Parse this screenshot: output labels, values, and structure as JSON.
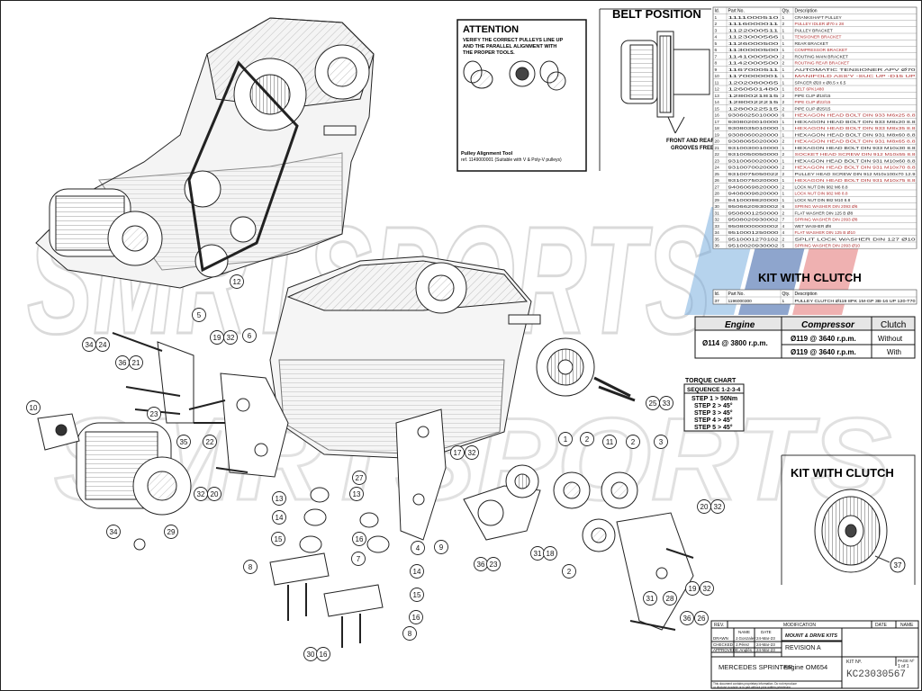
{
  "watermark": "SMRTSPORTS",
  "attention": {
    "title": "ATTENTION",
    "line1": "VERIFY THE CORRECT PULLEYS LINE UP",
    "line2": "AND THE PARALLEL ALIGNMENT WITH",
    "line3": "THE PROPER TOOLS.",
    "tool_line1": "Pulley Alignment Tool",
    "tool_line2": "ref. 1149000001 (Suitable with V & Poly-V pulleys)"
  },
  "belt_position": {
    "title": "BELT POSITION",
    "note_line1": "FRONT AND REAR",
    "note_line2": "GROOVES FREE"
  },
  "parts_table": {
    "headers": [
      "Id.",
      "Part No.",
      "Qty.",
      "Description"
    ],
    "rows": [
      [
        "1",
        "1111000510",
        "1",
        "CRANKSHAFT PULLEY"
      ],
      [
        "2",
        "1116000011",
        "2",
        "PULLEY IDLER Ø70 x 28"
      ],
      [
        "3",
        "1122000511",
        "1",
        "PULLEY BRACKET"
      ],
      [
        "4",
        "1123000566",
        "1",
        "TENSIONER BRACKET"
      ],
      [
        "5",
        "1126000500",
        "1",
        "REAR BRACKET"
      ],
      [
        "6",
        "1130000500",
        "1",
        "COMPRESSOR BRACKET"
      ],
      [
        "7",
        "1141000500",
        "2",
        "ROUTING MAIN BRACKET"
      ],
      [
        "8",
        "1142000500",
        "2",
        "ROUTING REAR BRACKET"
      ],
      [
        "9",
        "1167000511",
        "1",
        "AUTOMATIC TENSIONER APV Ø70"
      ],
      [
        "10",
        "1170000001",
        "1",
        "MANIFOLD ASS'Y -SUC UP -D15 UP"
      ],
      [
        "11",
        "1202080065",
        "1",
        "SPACER Ø20 x Ø8.5 x 6.5"
      ],
      [
        "12",
        "1260601480",
        "1",
        "BELT 6PK1480"
      ],
      [
        "13",
        "1280021815",
        "2",
        "PIPE CLIP Ø18/15"
      ],
      [
        "14",
        "1280022215",
        "2",
        "PIPE CLIP Ø22/15"
      ],
      [
        "15",
        "1280022515",
        "2",
        "PIPE CLIP Ø25/15"
      ],
      [
        "16",
        "9306025010000",
        "6",
        "HEXAGON HEAD BOLT DIN 933 M6x25 8.8"
      ],
      [
        "17",
        "9308020010000",
        "1",
        "HEXAGON HEAD BOLT DIN 933 M8x20 8.8"
      ],
      [
        "18",
        "9308035010000",
        "1",
        "HEXAGON HEAD BOLT DIN 933 M8x35 8.8"
      ],
      [
        "19",
        "9308060020000",
        "1",
        "HEXAGON HEAD BOLT DIN 931 M8x60 8.8"
      ],
      [
        "20",
        "9308065020000",
        "2",
        "HEXAGON HEAD BOLT DIN 931 M8x65 8.8"
      ],
      [
        "21",
        "9310030010000",
        "1",
        "HEXAGON HEAD BOLT DIN 933 M10x30 8.8"
      ],
      [
        "22",
        "9310050050000",
        "2",
        "SOCKET HEAD SCREW DIN 912 M10x55 8.8"
      ],
      [
        "23",
        "9310060020000",
        "1",
        "HEXAGON HEAD BOLT DIN 931 M10x60 8.8"
      ],
      [
        "24",
        "9310070020000",
        "2",
        "HEXAGON HEAD BOLT DIN 931 M10x70 8.8"
      ],
      [
        "25",
        "9310075050022",
        "2",
        "PULLEY HEAD SCREW DIN 912 M10x100x70 12.9"
      ],
      [
        "26",
        "9310075020000",
        "1",
        "HEXAGON HEAD BOLT DIN 931 M10x75 8.8"
      ],
      [
        "27",
        "9406069820000",
        "2",
        "LOCK NUT DIN 982 M6 8.8"
      ],
      [
        "28",
        "9408009820000",
        "1",
        "LOCK NUT DIN 982 M8 8.8"
      ],
      [
        "29",
        "9410009820000",
        "1",
        "LOCK NUT DIN 982 M10 8.8"
      ],
      [
        "30",
        "9506620930002",
        "6",
        "SPRING WASHER DIN 2093 Ø6"
      ],
      [
        "31",
        "9508001250000",
        "2",
        "FLAT WASHER DIN 125 B Ø8"
      ],
      [
        "32",
        "9508020930002",
        "7",
        "SPRING WASHER DIN 2093 Ø8"
      ],
      [
        "33",
        "9508000000002",
        "4",
        "WET WASHER Ø8"
      ],
      [
        "34",
        "9510001250000",
        "4",
        "FLAT WASHER DIN 125 B Ø10"
      ],
      [
        "35",
        "9510001270102",
        "2",
        "SPLIT LOCK WASHER DIN 127 Ø10"
      ],
      [
        "36",
        "9510020930002",
        "5",
        "SPRING WASHER DIN 2093 Ø10"
      ]
    ]
  },
  "kit_with_clutch_table": {
    "title": "KIT WITH CLUTCH",
    "headers": [
      "Id.",
      "Part No.",
      "Qty.",
      "Description"
    ],
    "rows": [
      [
        "37",
        "1196000300",
        "1",
        "PULLEY CLUTCH Ø119 8PK 1M-GP 3B-16 UP 120-T70"
      ]
    ]
  },
  "pulley_table": {
    "headers": [
      "Engine",
      "Compressor",
      "Clutch"
    ],
    "engine": "Ø114 @ 3800 r.p.m.",
    "rows": [
      [
        "Ø119 @ 3640 r.p.m.",
        "Without"
      ],
      [
        "Ø119 @ 3640 r.p.m.",
        "With"
      ]
    ]
  },
  "torque_chart": {
    "title": "TORQUE CHART",
    "sequence": "SEQUENCE 1-2-3-4",
    "steps": [
      "STEP 1 > 50Nm",
      "STEP 2 > 45°",
      "STEP 3 > 45°",
      "STEP 4 > 45°",
      "STEP 5 > 45°"
    ]
  },
  "kit_with_clutch_box": {
    "title": "KIT WITH CLUTCH",
    "callout": "37"
  },
  "callouts": {
    "c1": "1",
    "c2a": "2",
    "c2b": "2",
    "c2c": "2",
    "c3": "3",
    "c4": "4",
    "c5": "5",
    "c6": "6",
    "c7": "7",
    "c7b": "7",
    "c8": "8",
    "c8b": "8",
    "c9": "9",
    "c10": "10",
    "c11": "11",
    "c12": "12",
    "c13a": "13",
    "c13b": "13",
    "c14a": "14",
    "c14b": "14",
    "c15a": "15",
    "c15b": "15",
    "c16a": "16",
    "c16b": "16",
    "c16c": "16",
    "c16d": "16",
    "c17": "17",
    "c18": "18",
    "c19a": "19",
    "c19b": "19",
    "c20a": "20",
    "c20b": "20",
    "c21": "21",
    "c22": "22",
    "c23": "23",
    "c24": "24",
    "c25": "25",
    "c26": "26",
    "c27": "27",
    "c28": "28",
    "c29": "29",
    "c30": "30",
    "c31a": "31",
    "c31b": "31",
    "c32a": "32",
    "c32b": "32",
    "c32c": "32",
    "c32d": "32",
    "c32e": "32",
    "c33": "33",
    "c34a": "34",
    "c34b": "34",
    "c35": "35",
    "c36a": "36",
    "c36b": "36",
    "c36c": "36",
    "c16e": "16",
    "c30b": "30"
  },
  "title_block": {
    "rev_label": "REV.",
    "modification_label": "MODIFICATION",
    "date_label": "DATE",
    "name_label": "NAME",
    "kit_type": "MOUNT & DRIVE KITS",
    "name_hdr": "NAME",
    "date_hdr": "DATE",
    "rows": [
      [
        "DRAWN",
        "J.Gonzalez",
        "24-Mar-23"
      ],
      [
        "CHECKED",
        "J.Pérez",
        "24-Mar-23"
      ],
      [
        "APPROVED",
        "E.Anglés",
        "24-Mar-23"
      ]
    ],
    "revision": "REVISION  A",
    "vehicle": "MERCEDES SPRINTER",
    "engine": "engine OM654",
    "kit_no_label": "KIT Nº.",
    "kit_no": "KC23030567",
    "page_label": "PAGE Nº",
    "page": "1 of 1",
    "disclaimer1": "This document contains proprietary information. Do not reproduce",
    "disclaimer2": "or disclose in whole or in part without prior written permission."
  }
}
